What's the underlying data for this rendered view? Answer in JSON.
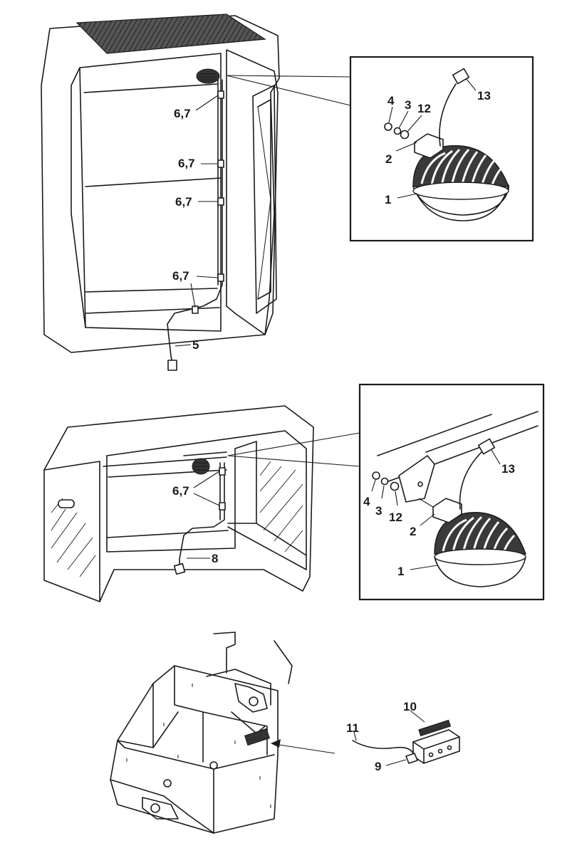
{
  "callouts": {
    "view1": {
      "harness_clips": [
        "6,7",
        "6,7",
        "6,7",
        "6,7"
      ],
      "harness": "5"
    },
    "detail1": {
      "lamp": "1",
      "bracket": "2",
      "washer": "3",
      "nut": "4",
      "lock_washer": "12",
      "connector": "13"
    },
    "view2": {
      "harness_clips": "6,7",
      "harness": "8"
    },
    "detail2": {
      "lamp": "1",
      "bracket": "2",
      "washer": "3",
      "nut": "4",
      "lock_washer": "12",
      "connector": "13"
    },
    "view3": {
      "cover": "10",
      "harness": "11",
      "fitting": "9"
    }
  }
}
